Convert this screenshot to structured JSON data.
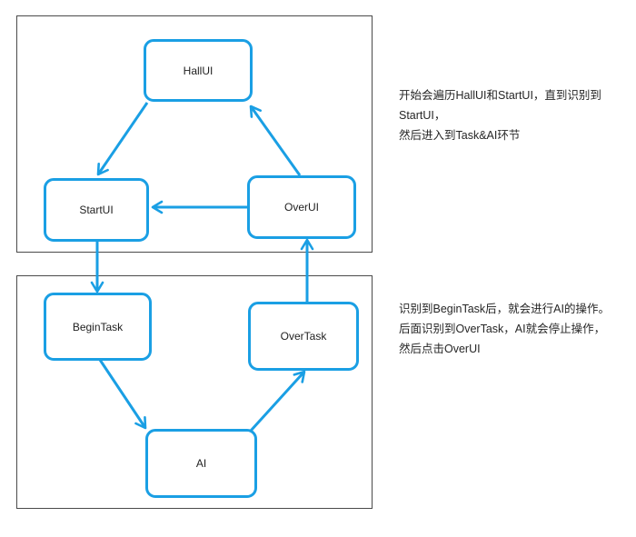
{
  "diagram": {
    "colors": {
      "edge_blue": "#1A9FE4",
      "frame_border": "#4a4a4a",
      "background": "#ffffff",
      "text": "#262626"
    },
    "nodes": {
      "hallui": {
        "label": "HallUI"
      },
      "startui": {
        "label": "StartUI"
      },
      "overui": {
        "label": "OverUI"
      },
      "begintask": {
        "label": "BeginTask"
      },
      "overtask": {
        "label": "OverTask"
      },
      "ai": {
        "label": "AI"
      }
    },
    "edges": [
      {
        "from": "HallUI",
        "to": "StartUI"
      },
      {
        "from": "OverUI",
        "to": "HallUI"
      },
      {
        "from": "OverUI",
        "to": "StartUI"
      },
      {
        "from": "StartUI",
        "to": "BeginTask"
      },
      {
        "from": "OverTask",
        "to": "OverUI"
      },
      {
        "from": "BeginTask",
        "to": "AI"
      },
      {
        "from": "AI",
        "to": "OverTask"
      }
    ]
  },
  "annotations": {
    "note1": {
      "lines": [
        "开始会遍历HallUI和StartUI，直到识别到StartUI，",
        "然后进入到Task&AI环节"
      ]
    },
    "note2": {
      "lines": [
        "识别到BeginTask后，就会进行AI的操作。",
        "后面识别到OverTask，AI就会停止操作，",
        "然后点击OverUI"
      ]
    }
  }
}
